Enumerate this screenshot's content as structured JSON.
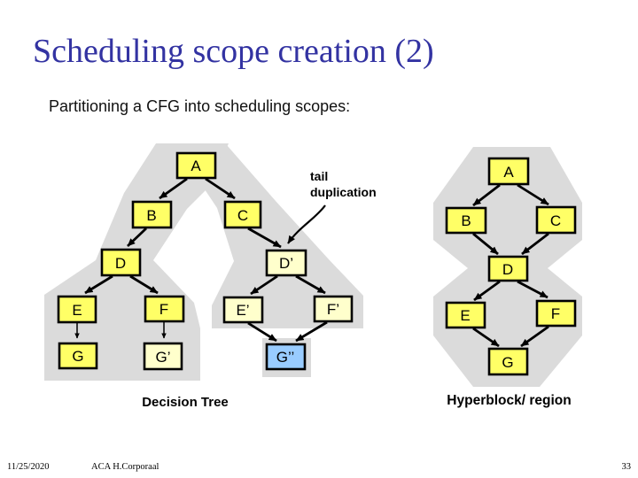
{
  "slide": {
    "title": "Scheduling scope creation (2)",
    "subtitle": "Partitioning a CFG into scheduling scopes:",
    "annotation": {
      "line1": "tail",
      "line2": "duplication"
    },
    "captions": {
      "left": "Decision Tree",
      "right": "Hyperblock/ region"
    },
    "footer": {
      "date": "11/25/2020",
      "author": "ACA H.Corporaal",
      "page_number": "33"
    }
  },
  "colors": {
    "title_blue": "#3333a2",
    "region_gray": "#dbdbdb",
    "node_yellow": "#ffff66",
    "node_pale_yellow": "#ffffcc",
    "node_blue": "#99ccff",
    "node_border": "#000000"
  },
  "decision_tree": {
    "nodes": [
      {
        "id": "A",
        "label": "A",
        "fill": "#ffff66"
      },
      {
        "id": "B",
        "label": "B",
        "fill": "#ffff66"
      },
      {
        "id": "C",
        "label": "C",
        "fill": "#ffff66"
      },
      {
        "id": "D",
        "label": "D",
        "fill": "#ffff66"
      },
      {
        "id": "D'",
        "label": "D’",
        "fill": "#ffffcc"
      },
      {
        "id": "E",
        "label": "E",
        "fill": "#ffff66"
      },
      {
        "id": "F",
        "label": "F",
        "fill": "#ffff66"
      },
      {
        "id": "E'",
        "label": "E’",
        "fill": "#ffffcc"
      },
      {
        "id": "F'",
        "label": "F’",
        "fill": "#ffffcc"
      },
      {
        "id": "G",
        "label": "G",
        "fill": "#ffff66"
      },
      {
        "id": "G'",
        "label": "G’",
        "fill": "#ffffcc"
      },
      {
        "id": "G''",
        "label": "G’’",
        "fill": "#99ccff"
      }
    ],
    "edges": [
      "A→B",
      "A→C",
      "B→D",
      "C→D’",
      "D→E",
      "D→F",
      "D’→E’",
      "D’→F’",
      "E→G",
      "F→G’",
      "E’→G’’",
      "F’→G’’"
    ]
  },
  "hyperblock": {
    "nodes": [
      {
        "id": "A",
        "label": "A",
        "fill": "#ffff66"
      },
      {
        "id": "B",
        "label": "B",
        "fill": "#ffff66"
      },
      {
        "id": "C",
        "label": "C",
        "fill": "#ffff66"
      },
      {
        "id": "D",
        "label": "D",
        "fill": "#ffff66"
      },
      {
        "id": "E",
        "label": "E",
        "fill": "#ffff66"
      },
      {
        "id": "F",
        "label": "F",
        "fill": "#ffff66"
      },
      {
        "id": "G",
        "label": "G",
        "fill": "#ffff66"
      }
    ],
    "edges": [
      "A→B",
      "A→C",
      "B→D",
      "C→D",
      "D→E",
      "D→F",
      "E→G",
      "F→G"
    ]
  }
}
